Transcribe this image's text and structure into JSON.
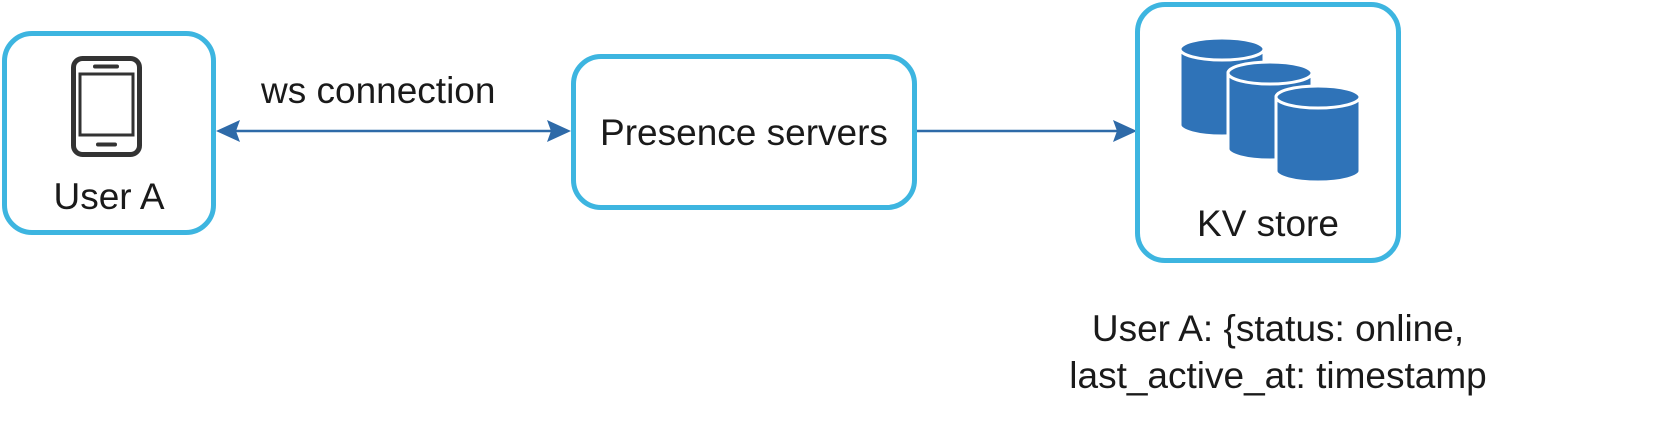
{
  "nodes": {
    "user": {
      "label": "User A",
      "icon": "tablet-icon"
    },
    "presence": {
      "label": "Presence servers"
    },
    "kv_store": {
      "label": "KV store",
      "icon": "database-icon"
    }
  },
  "edges": {
    "user_presence": {
      "label": "ws connection",
      "bidirectional": true
    },
    "presence_kv": {
      "label": "",
      "bidirectional": false
    }
  },
  "note": {
    "line1": "User A: {status: online,",
    "line2": "last_active_at: timestamp"
  },
  "colors": {
    "node_border": "#3db5e0",
    "edge": "#2e6aa8",
    "database_fill": "#2f73b8",
    "icon_stroke": "#333333"
  }
}
